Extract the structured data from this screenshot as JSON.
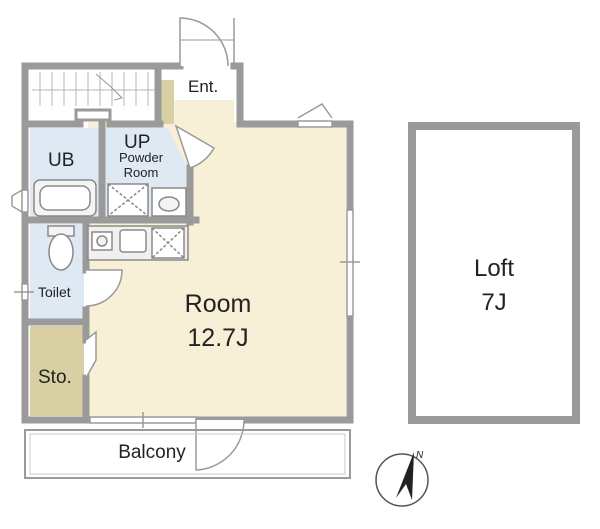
{
  "rooms": {
    "entrance": "Ent.",
    "unit_bath": "UB",
    "stairs_up": "UP",
    "powder_room_line1": "Powder",
    "powder_room_line2": "Room",
    "toilet": "Toilet",
    "storage": "Sto.",
    "room_name": "Room",
    "room_size": "12.7J",
    "balcony": "Balcony",
    "loft_name": "Loft",
    "loft_size": "7J",
    "compass": "N"
  },
  "colors": {
    "room_floor": "#f7efd6",
    "wet_area": "#dfe9f4",
    "storage": "#d8cfa4",
    "wall": "#9a9a9a"
  }
}
